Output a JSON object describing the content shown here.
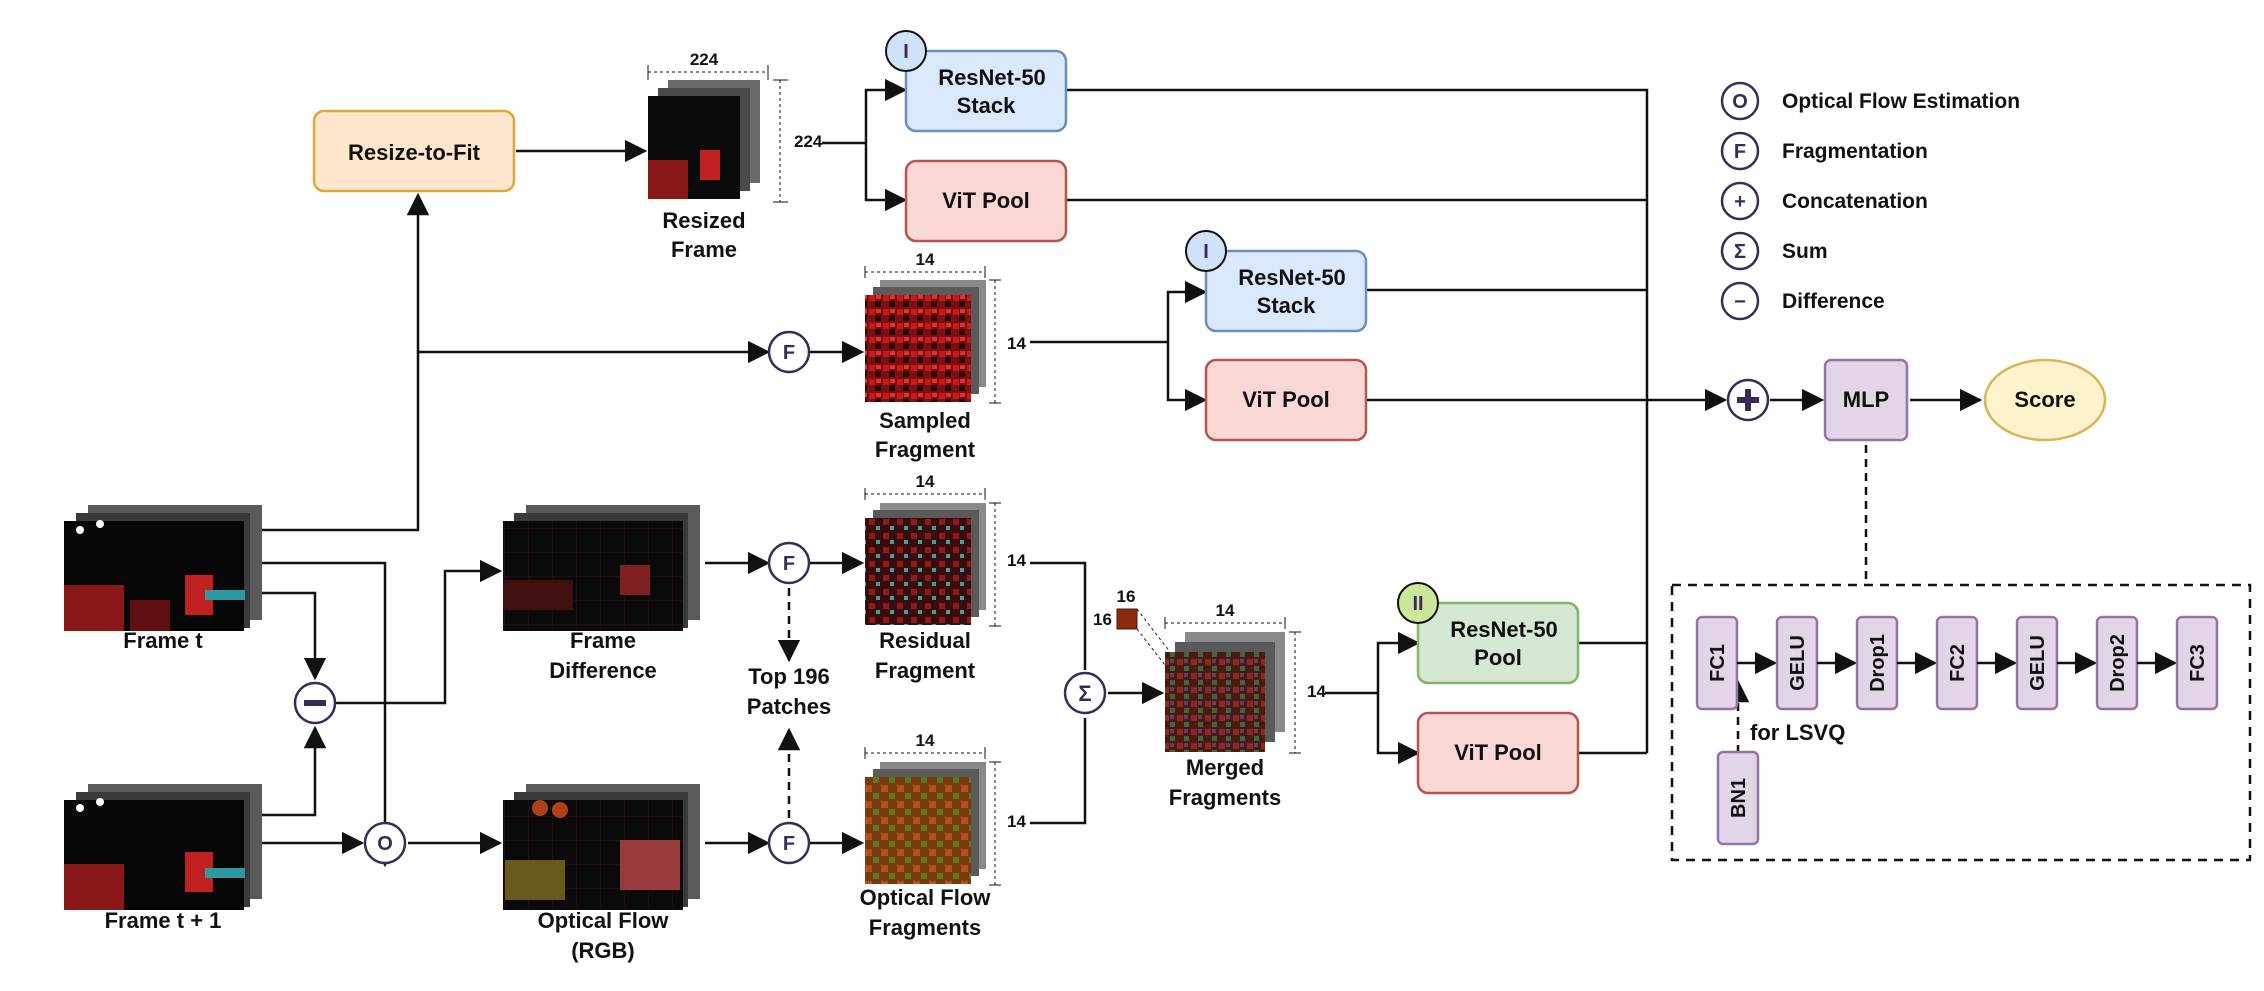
{
  "colors": {
    "resize_fill": "#fde6cc",
    "resize_stroke": "#e0a63a",
    "resnet_fill": "#dae8fc",
    "resnet_stroke": "#6c8ebf",
    "vit_fill": "#f8d7d4",
    "vit_stroke": "#b85450",
    "pool_fill": "#d5e8d4",
    "pool_stroke": "#82b366",
    "mlp_fill": "#e1d5e7",
    "mlp_stroke": "#9673a6",
    "score_fill": "#fff2cc",
    "score_stroke": "#d6b656",
    "op_stroke": "#3a2a5a",
    "badge_i_fill": "#cfe3f8",
    "badge_ii_fill": "#cde79a"
  },
  "labels": {
    "frame_t": "Frame t",
    "frame_t1": "Frame t + 1",
    "frame_diff_1": "Frame",
    "frame_diff_2": "Difference",
    "optical_flow_1": "Optical Flow",
    "optical_flow_2": "(RGB)",
    "resized_1": "Resized",
    "resized_2": "Frame",
    "sampled_1": "Sampled",
    "sampled_2": "Fragment",
    "residual_1": "Residual",
    "residual_2": "Fragment",
    "of_frag_1": "Optical Flow",
    "of_frag_2": "Fragments",
    "merged_1": "Merged",
    "merged_2": "Fragments",
    "top196_1": "Top 196",
    "top196_2": "Patches",
    "for_lsvq": "for LSVQ"
  },
  "dims": {
    "d224": "224",
    "d14": "14",
    "d16": "16"
  },
  "boxes": {
    "resize": "Resize-to-Fit",
    "resnet_stack_1a": "ResNet-50",
    "resnet_stack_1b": "Stack",
    "vit_pool": "ViT Pool",
    "resnet_pool_a": "ResNet-50",
    "resnet_pool_b": "Pool",
    "mlp": "MLP",
    "score": "Score"
  },
  "badges": {
    "one": "I",
    "two": "II"
  },
  "ops": {
    "optical_flow": "O",
    "fragmentation": "F",
    "concat": "+",
    "sum": "Σ",
    "difference": "−"
  },
  "legend": [
    {
      "symbol": "O",
      "label": "Optical Flow Estimation"
    },
    {
      "symbol": "F",
      "label": "Fragmentation"
    },
    {
      "symbol": "+",
      "label": "Concatenation"
    },
    {
      "symbol": "Σ",
      "label": "Sum"
    },
    {
      "symbol": "−",
      "label": "Difference"
    }
  ],
  "mlp_layers": [
    "FC1",
    "GELU",
    "Drop1",
    "FC2",
    "GELU",
    "Drop2",
    "FC3"
  ],
  "bn_layer": "BN1"
}
